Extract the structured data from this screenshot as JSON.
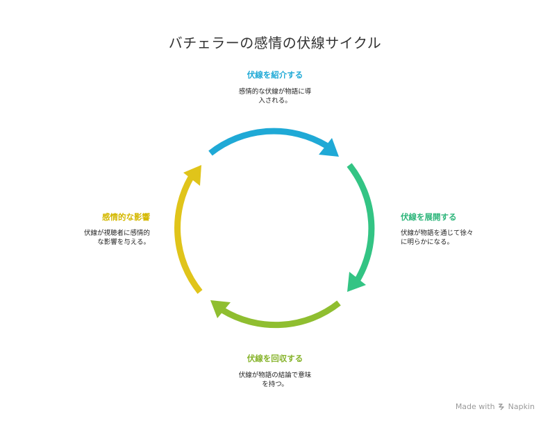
{
  "title": "バチェラーの感情の伏線サイクル",
  "steps": [
    {
      "label": "伏線を紹介する",
      "description": "感情的な伏線が物語に導入される。",
      "color": "#1fa9d6"
    },
    {
      "label": "伏線を展開する",
      "description": "伏線が物語を通じて徐々に明らかになる。",
      "color": "#33c484"
    },
    {
      "label": "伏線を回収する",
      "description": "伏線が物語の結論で意味を持つ。",
      "color": "#8fbe30"
    },
    {
      "label": "感情的な影響",
      "description": "伏線が視聴者に感情的な影響を与える。",
      "color": "#e0c41a"
    }
  ],
  "watermark": {
    "made_with": "Made with",
    "brand": "Napkin"
  }
}
